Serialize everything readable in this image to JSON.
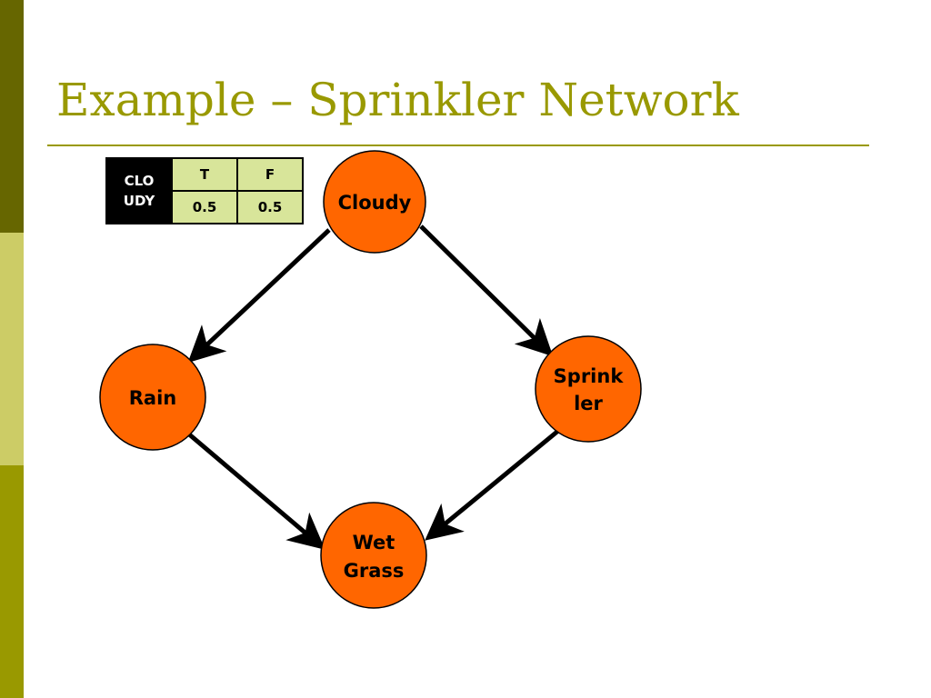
{
  "slide": {
    "title": "Example – Sprinkler Network",
    "colors": {
      "accent": "#999900",
      "sidebar_top": "#666600",
      "sidebar_mid": "#cccc66",
      "sidebar_bottom": "#999900",
      "node_fill": "#ff6600",
      "table_cell": "#d8e59a",
      "edge": "#000000"
    }
  },
  "cpt": {
    "row_label_lines": [
      "CLO",
      "UDY"
    ],
    "headers": [
      "T",
      "F"
    ],
    "values": [
      "0.5",
      "0.5"
    ]
  },
  "nodes": [
    {
      "id": "cloudy",
      "lines": [
        "Cloudy"
      ]
    },
    {
      "id": "rain",
      "lines": [
        "Rain"
      ]
    },
    {
      "id": "sprinkler",
      "lines": [
        "Sprink",
        "ler"
      ]
    },
    {
      "id": "wetgrass",
      "lines": [
        "Wet",
        "Grass"
      ]
    }
  ],
  "edges": [
    {
      "from": "cloudy",
      "to": "rain"
    },
    {
      "from": "cloudy",
      "to": "sprinkler"
    },
    {
      "from": "rain",
      "to": "wetgrass"
    },
    {
      "from": "sprinkler",
      "to": "wetgrass"
    }
  ]
}
